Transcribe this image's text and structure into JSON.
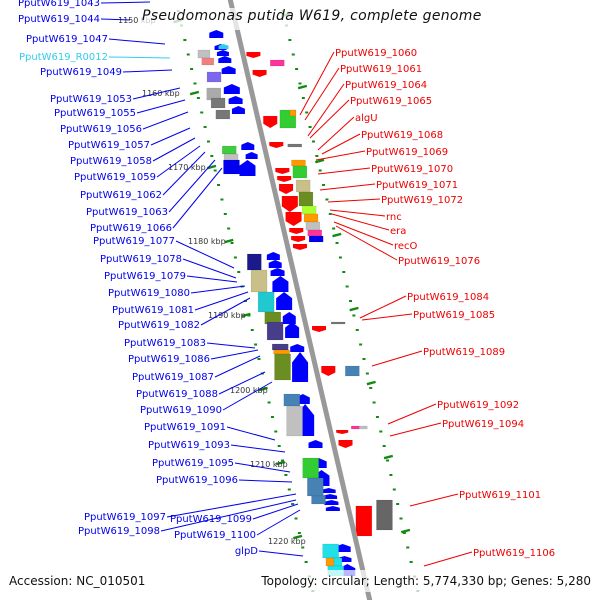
{
  "title": "Pseudomonas putida W619, complete genome",
  "footer": {
    "accession": "Accession: NC_010501",
    "summary": "Topology: circular; Length: 5,774,330 bp; Genes: 5,280"
  },
  "colors": {
    "backbone": "#999999",
    "tick": "#138a13",
    "forward_label": "#0000ee",
    "reverse_label": "#ee0000",
    "rna_label": "#33ccee",
    "forward_arrow": "#0000ff",
    "reverse_arrow": "#ff0000"
  },
  "axis": {
    "unit": "kbp",
    "ticks": [
      "1150 kbp",
      "1160 kbp",
      "1170 kbp",
      "1180 kbp",
      "1190 kbp",
      "1200 kbp",
      "1210 kbp",
      "1220 kbp"
    ]
  },
  "forward_labels": [
    {
      "text": "PputW619_1043",
      "type": "gene"
    },
    {
      "text": "PputW619_1044",
      "type": "gene"
    },
    {
      "text": "PputW619_1047",
      "type": "gene"
    },
    {
      "text": "PputW619_R0012",
      "type": "rna"
    },
    {
      "text": "PputW619_1049",
      "type": "gene"
    },
    {
      "text": "PputW619_1053",
      "type": "gene"
    },
    {
      "text": "PputW619_1055",
      "type": "gene"
    },
    {
      "text": "PputW619_1056",
      "type": "gene"
    },
    {
      "text": "PputW619_1057",
      "type": "gene"
    },
    {
      "text": "PputW619_1058",
      "type": "gene"
    },
    {
      "text": "PputW619_1059",
      "type": "gene"
    },
    {
      "text": "PputW619_1062",
      "type": "gene"
    },
    {
      "text": "PputW619_1063",
      "type": "gene"
    },
    {
      "text": "PputW619_1066",
      "type": "gene"
    },
    {
      "text": "PputW619_1077",
      "type": "gene"
    },
    {
      "text": "PputW619_1078",
      "type": "gene"
    },
    {
      "text": "PputW619_1079",
      "type": "gene"
    },
    {
      "text": "PputW619_1080",
      "type": "gene"
    },
    {
      "text": "PputW619_1081",
      "type": "gene"
    },
    {
      "text": "PputW619_1082",
      "type": "gene"
    },
    {
      "text": "PputW619_1083",
      "type": "gene"
    },
    {
      "text": "PputW619_1086",
      "type": "gene"
    },
    {
      "text": "PputW619_1087",
      "type": "gene"
    },
    {
      "text": "PputW619_1088",
      "type": "gene"
    },
    {
      "text": "PputW619_1090",
      "type": "gene"
    },
    {
      "text": "PputW619_1091",
      "type": "gene"
    },
    {
      "text": "PputW619_1093",
      "type": "gene"
    },
    {
      "text": "PputW619_1095",
      "type": "gene"
    },
    {
      "text": "PputW619_1096",
      "type": "gene"
    },
    {
      "text": "PputW619_1097",
      "type": "gene"
    },
    {
      "text": "PputW619_1098",
      "type": "gene"
    },
    {
      "text": "PputW619_1099",
      "type": "gene"
    },
    {
      "text": "PputW619_1100",
      "type": "gene"
    },
    {
      "text": "glpD",
      "type": "gene"
    }
  ],
  "reverse_labels": [
    {
      "text": "PputW619_1060"
    },
    {
      "text": "PputW619_1061"
    },
    {
      "text": "PputW619_1064"
    },
    {
      "text": "PputW619_1065"
    },
    {
      "text": "algU"
    },
    {
      "text": "PputW619_1068"
    },
    {
      "text": "PputW619_1069"
    },
    {
      "text": "PputW619_1070"
    },
    {
      "text": "PputW619_1071"
    },
    {
      "text": "PputW619_1072"
    },
    {
      "text": "rnc"
    },
    {
      "text": "era"
    },
    {
      "text": "recO"
    },
    {
      "text": "PputW619_1076"
    },
    {
      "text": "PputW619_1084"
    },
    {
      "text": "PputW619_1085"
    },
    {
      "text": "PputW619_1089"
    },
    {
      "text": "PputW619_1092"
    },
    {
      "text": "PputW619_1094"
    },
    {
      "text": "PputW619_1101"
    },
    {
      "text": "PputW619_1106"
    }
  ]
}
